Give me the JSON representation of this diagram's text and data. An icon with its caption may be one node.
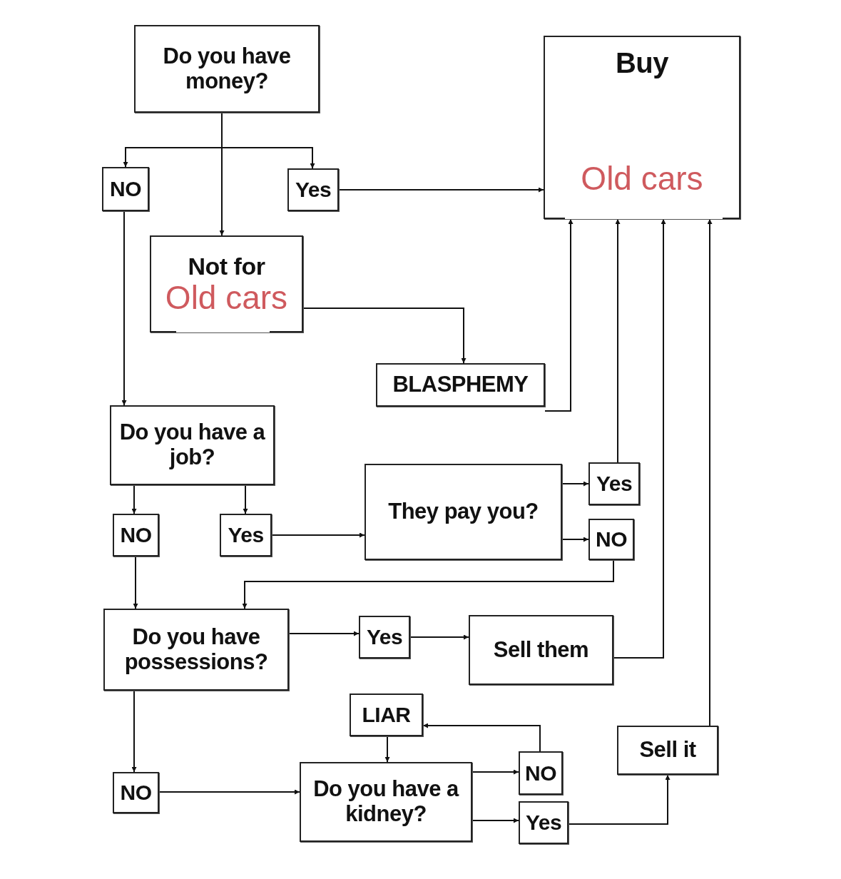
{
  "diagram": {
    "nodes": [
      {
        "text": [
          "Do you have money?"
        ]
      },
      {
        "text": [
          "NO"
        ]
      },
      {
        "text": [
          "Yes"
        ]
      },
      {
        "text": [
          "Buy",
          "Old cars"
        ]
      },
      {
        "text": [
          "Not for",
          "Old cars"
        ]
      },
      {
        "text": [
          "BLASPHEMY"
        ]
      },
      {
        "text": [
          "Do you have a job?"
        ]
      },
      {
        "text": [
          "NO"
        ]
      },
      {
        "text": [
          "Yes"
        ]
      },
      {
        "text": [
          "They pay you?"
        ]
      },
      {
        "text": [
          "Yes"
        ]
      },
      {
        "text": [
          "NO"
        ]
      },
      {
        "text": [
          "Do you have possessions?"
        ]
      },
      {
        "text": [
          "Yes"
        ]
      },
      {
        "text": [
          "Sell them"
        ]
      },
      {
        "text": [
          "LIAR"
        ]
      },
      {
        "text": [
          "Sell it"
        ]
      },
      {
        "text": [
          "NO"
        ]
      },
      {
        "text": [
          "Do you have a kidney?"
        ]
      },
      {
        "text": [
          "NO"
        ]
      },
      {
        "text": [
          "Yes"
        ]
      }
    ],
    "edges": [
      {
        "from": 0,
        "to": 1,
        "arrow": "to"
      },
      {
        "from": 0,
        "to": 2,
        "arrow": "to"
      },
      {
        "from": 0,
        "to": 4,
        "arrow": "to"
      },
      {
        "from": 2,
        "to": 3,
        "arrow": "to"
      },
      {
        "from": 4,
        "to": 5,
        "arrow": "to"
      },
      {
        "from": 5,
        "to": 3,
        "arrow": "to"
      },
      {
        "from": 1,
        "to": 6,
        "arrow": "to"
      },
      {
        "from": 6,
        "to": 7,
        "arrow": "to"
      },
      {
        "from": 6,
        "to": 8,
        "arrow": "to"
      },
      {
        "from": 8,
        "to": 9,
        "arrow": "to"
      },
      {
        "from": 9,
        "to": 10,
        "arrow": "to"
      },
      {
        "from": 9,
        "to": 11,
        "arrow": "to"
      },
      {
        "from": 10,
        "to": 3,
        "arrow": "to"
      },
      {
        "from": 11,
        "to": 12,
        "arrow": "to"
      },
      {
        "from": 7,
        "to": 12,
        "arrow": "to"
      },
      {
        "from": 12,
        "to": 13,
        "arrow": "to"
      },
      {
        "from": 13,
        "to": 14,
        "arrow": "to"
      },
      {
        "from": 14,
        "to": 3,
        "arrow": "to"
      },
      {
        "from": 12,
        "to": 17,
        "arrow": "to"
      },
      {
        "from": 17,
        "to": 18,
        "arrow": "to"
      },
      {
        "from": 15,
        "to": 18,
        "arrow": "to"
      },
      {
        "from": 18,
        "to": 19,
        "arrow": "to"
      },
      {
        "from": 18,
        "to": 20,
        "arrow": "to"
      },
      {
        "from": 19,
        "to": 15,
        "arrow": "to"
      },
      {
        "from": 20,
        "to": 16,
        "arrow": "to"
      },
      {
        "from": 16,
        "to": 3,
        "arrow": "to"
      }
    ]
  }
}
